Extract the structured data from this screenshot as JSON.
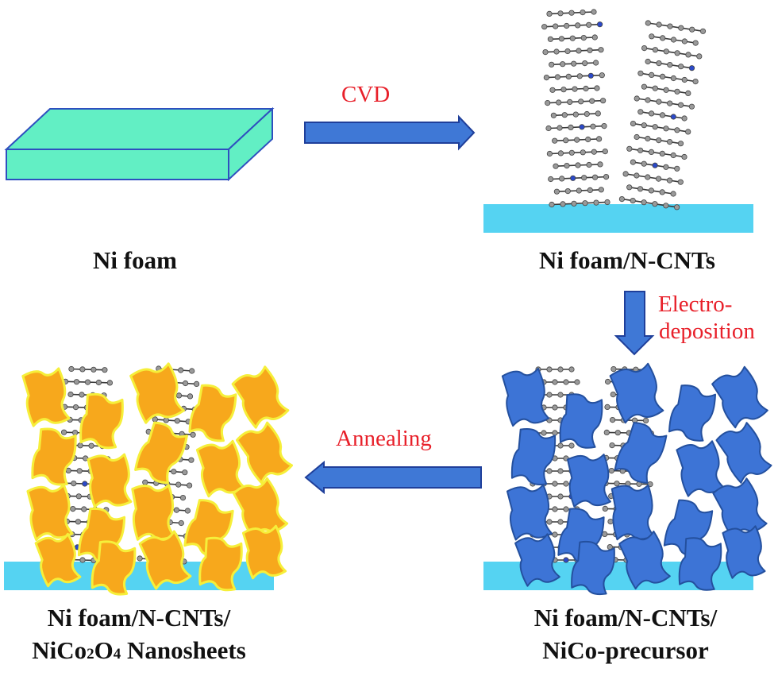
{
  "stages": {
    "ni_foam": "Ni foam",
    "ni_foam_ncnts": "Ni foam/N-CNTs",
    "precursor_line1": "Ni foam/N-CNTs/",
    "precursor_line2": "NiCo-precursor",
    "final_line1": "Ni foam/N-CNTs/",
    "final_line2_pre": "NiCo",
    "final_sub1": "2",
    "final_mid": "O",
    "final_sub2": "4",
    "final_post": " Nanosheets"
  },
  "steps": {
    "cvd": "CVD",
    "electro_line1": "Electro-",
    "electro_line2": "deposition",
    "annealing": "Annealing"
  },
  "colors": {
    "foam_block": "#62efc4",
    "substrate": "#55d3f2",
    "arrow": "#3f78d6",
    "precursor_sheet": "#3d74d6",
    "oxide_sheet": "#f7a81c",
    "oxide_edge": "#f6ef3a",
    "step_text": "#e8202a"
  }
}
